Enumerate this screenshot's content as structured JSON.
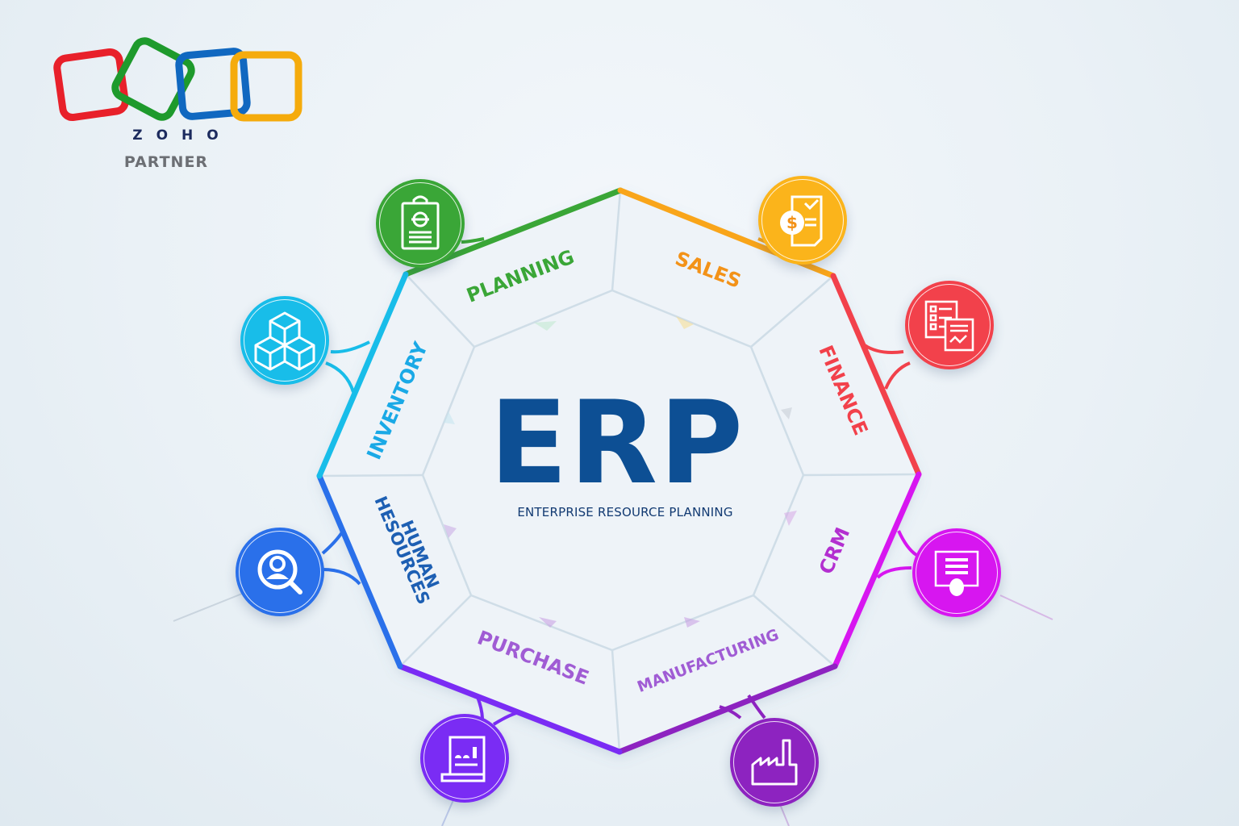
{
  "logo": {
    "brand": "ZOHO",
    "tagline": "PARTNER",
    "square_colors": [
      "#e8202a",
      "#1e9a2c",
      "#1068c0",
      "#f5ab0c"
    ]
  },
  "center": {
    "title": "ERP",
    "subtitle": "ENTERPRISE RESOURCE PLANNING",
    "title_color": "#0d4f94"
  },
  "modules": [
    {
      "id": "planning",
      "label": "PLANNING",
      "color": "#3aa637",
      "icon": "clipboard-icon"
    },
    {
      "id": "sales",
      "label": "SALES",
      "color": "#f9a51a",
      "icon": "invoice-dollar-icon"
    },
    {
      "id": "finance",
      "label": "FINANCE",
      "color": "#f2414b",
      "icon": "financial-report-icon"
    },
    {
      "id": "crm",
      "label": "CRM",
      "color": "#d716f0",
      "icon": "customer-card-icon"
    },
    {
      "id": "manufacturing",
      "label": "MANUFACTURING",
      "color": "#8d23c0",
      "icon": "factory-icon"
    },
    {
      "id": "purchase",
      "label": "PURCHASE",
      "color": "#7a2cf4",
      "icon": "purchase-chart-icon"
    },
    {
      "id": "human_resources",
      "label_line1": "HUMAN",
      "label_line2": "HESOURCES",
      "color": "#2a70ea",
      "icon": "user-search-icon"
    },
    {
      "id": "inventory",
      "label": "INVENTORY",
      "color": "#18bde9",
      "icon": "boxes-icon"
    }
  ]
}
